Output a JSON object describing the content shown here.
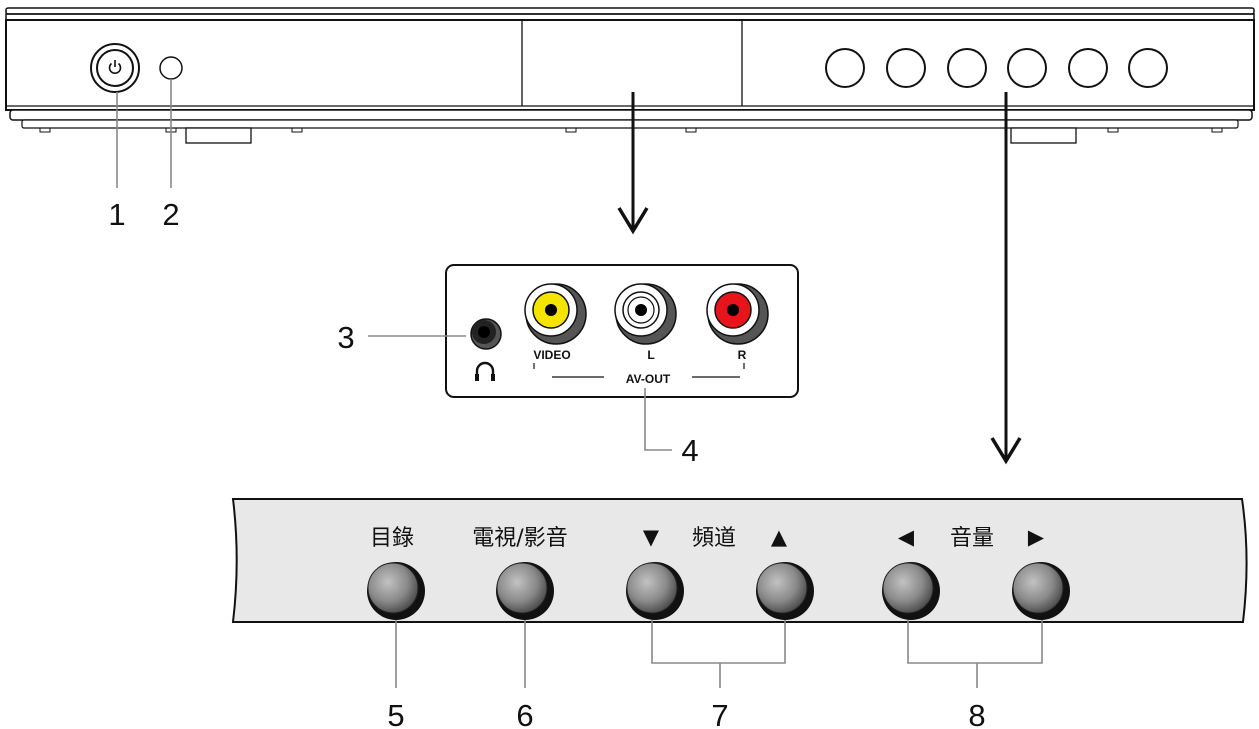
{
  "callouts": [
    "1",
    "2",
    "3",
    "4",
    "5",
    "6",
    "7",
    "8"
  ],
  "av_panel": {
    "video_label": "VIDEO",
    "left_label": "L",
    "right_label": "R",
    "group_label": "AV-OUT",
    "headphone_symbol": "headphones-icon",
    "jack_colors": {
      "video": "#f5e400",
      "left": "#ffffff",
      "right": "#e8141b"
    }
  },
  "button_panel": {
    "menu_label": "目錄",
    "tv_av_label": "電視/影音",
    "channel_label": "頻道",
    "channel_down_symbol": "▼",
    "channel_up_symbol": "▲",
    "volume_label": "音量",
    "volume_down_symbol": "◀",
    "volume_up_symbol": "▶"
  }
}
